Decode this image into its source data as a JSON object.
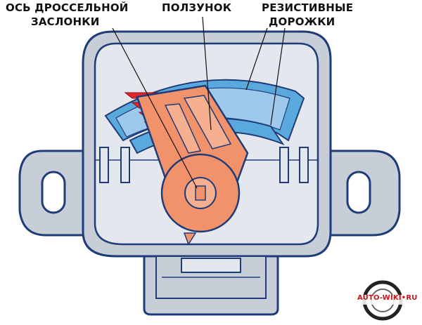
{
  "labels": {
    "throttle_axis_line1": "ОСЬ ДРОССЕЛЬНОЙ",
    "throttle_axis_line2": "ЗАСЛОНКИ",
    "slider": "ПОЛЗУНОК",
    "resistive_line1": "РЕЗИСТИВНЫЕ",
    "resistive_line2": "ДОРОЖКИ"
  },
  "watermark": "AUTO-WIKI•RU",
  "colors": {
    "housing_fill": "#c7ced8",
    "housing_stroke": "#1f3c78",
    "inner_fill": "#e4e8ee",
    "track_blue": "#5aa9dc",
    "slider_orange": "#f2926a",
    "contact_red": "#e4232b"
  }
}
